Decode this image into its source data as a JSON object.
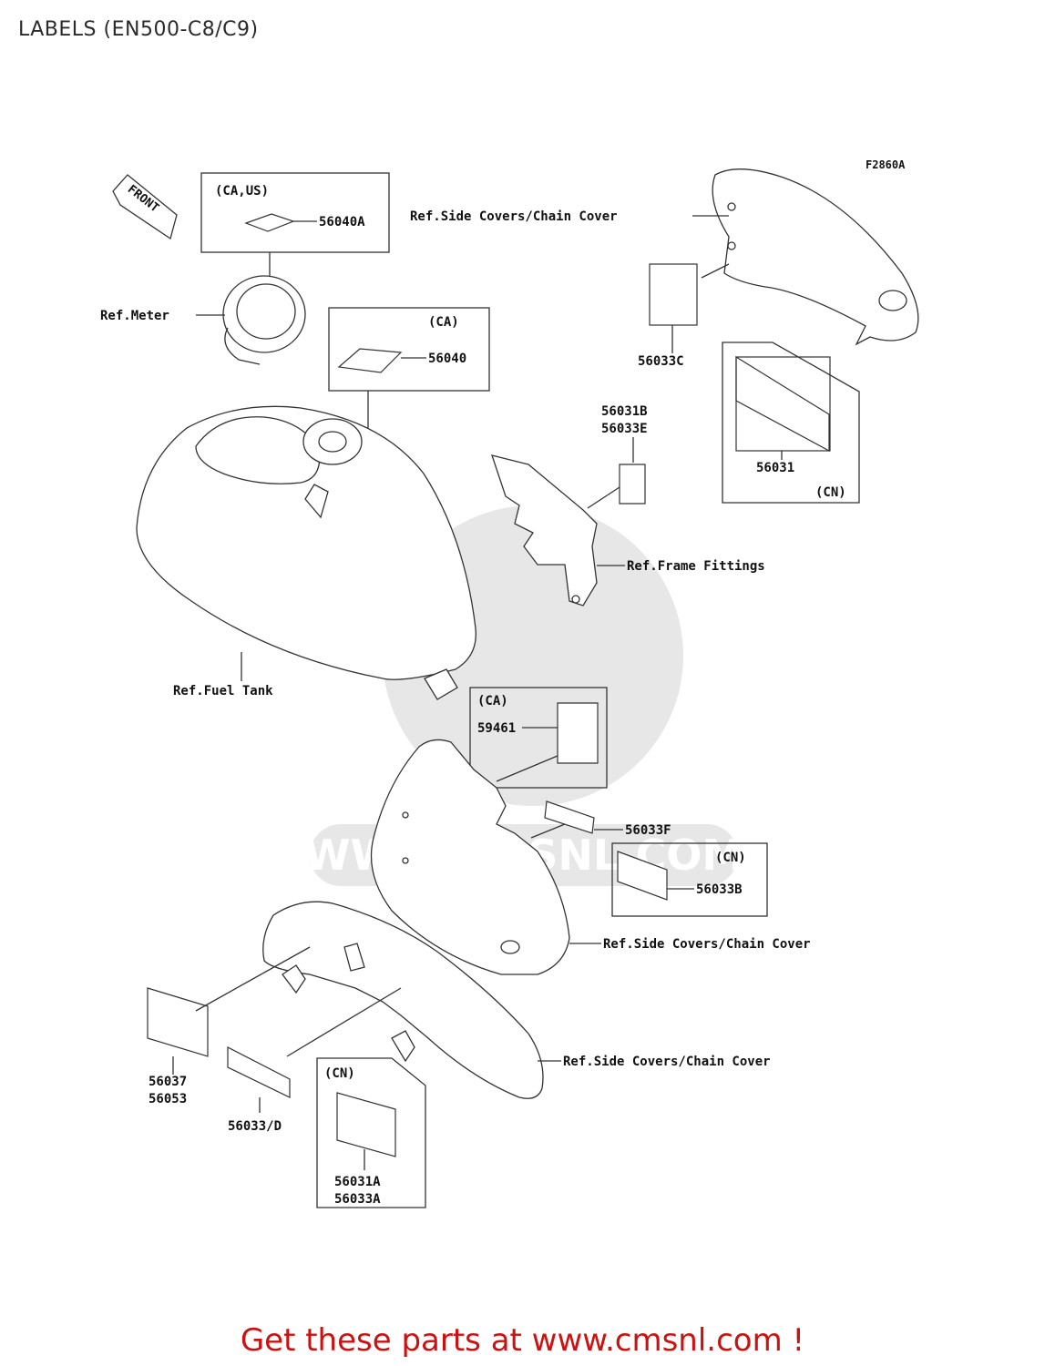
{
  "header": {
    "title": "LABELS (EN500-C8/C9)"
  },
  "footer": {
    "cta": "Get these parts at www.cmsnl.com !"
  },
  "diagram": {
    "fig_code": "F2860A",
    "front_arrow": "FRONT",
    "watermark": "WWW.CMSNL.COM",
    "region_labels": {
      "ca_us": "(CA,US)",
      "ca_a": "(CA)",
      "ca_b": "(CA)",
      "cn_a": "(CN)",
      "cn_b": "(CN)",
      "cn_c": "(CN)"
    },
    "part_numbers": {
      "p56040A": "56040A",
      "p56040": "56040",
      "p56033C": "56033C",
      "p56031": "56031",
      "p56031B": "56031B",
      "p56033E": "56033E",
      "p59461": "59461",
      "p56033F": "56033F",
      "p56033B": "56033B",
      "p56037": "56037",
      "p56053": "56053",
      "p56033D": "56033/D",
      "p56031A": "56031A",
      "p56033A": "56033A"
    },
    "refs": {
      "meter": "Ref.Meter",
      "side_covers_top": "Ref.Side Covers/Chain Cover",
      "frame_fittings": "Ref.Frame Fittings",
      "fuel_tank": "Ref.Fuel Tank",
      "side_covers_mid": "Ref.Side Covers/Chain Cover",
      "side_covers_bottom": "Ref.Side Covers/Chain Cover"
    }
  }
}
